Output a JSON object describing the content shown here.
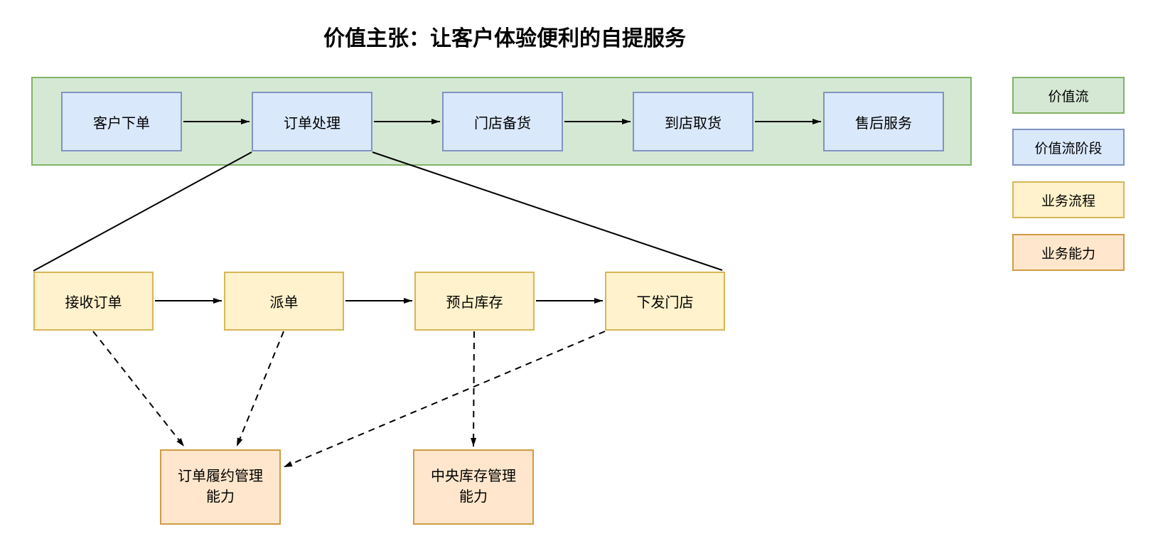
{
  "title": "价值主张：让客户体验便利的自提服务",
  "value_stream": {
    "name": "价值流",
    "stages": [
      "客户下单",
      "订单处理",
      "门店备货",
      "到店取货",
      "售后服务"
    ]
  },
  "business_process": {
    "steps": [
      "接收订单",
      "派单",
      "预占库存",
      "下发门店"
    ]
  },
  "capabilities": [
    "订单履约管理\n能力",
    "中央库存管理\n能力"
  ],
  "legend": {
    "items": [
      {
        "label": "价值流",
        "type": "value-stream"
      },
      {
        "label": "价值流阶段",
        "type": "value-stream-stage"
      },
      {
        "label": "业务流程",
        "type": "business-process"
      },
      {
        "label": "业务能力",
        "type": "business-capability"
      }
    ]
  },
  "colors": {
    "value_stream_fill": "#d5e8d4",
    "value_stream_stroke": "#82b366",
    "stage_fill": "#dae8fc",
    "stage_stroke": "#8193c0",
    "process_fill": "#fff2cc",
    "process_stroke": "#d6b656",
    "capability_fill": "#ffe6cc",
    "capability_stroke": "#cf9b45",
    "connector": "#000000",
    "background": "#ffffff",
    "text": "#000000"
  }
}
